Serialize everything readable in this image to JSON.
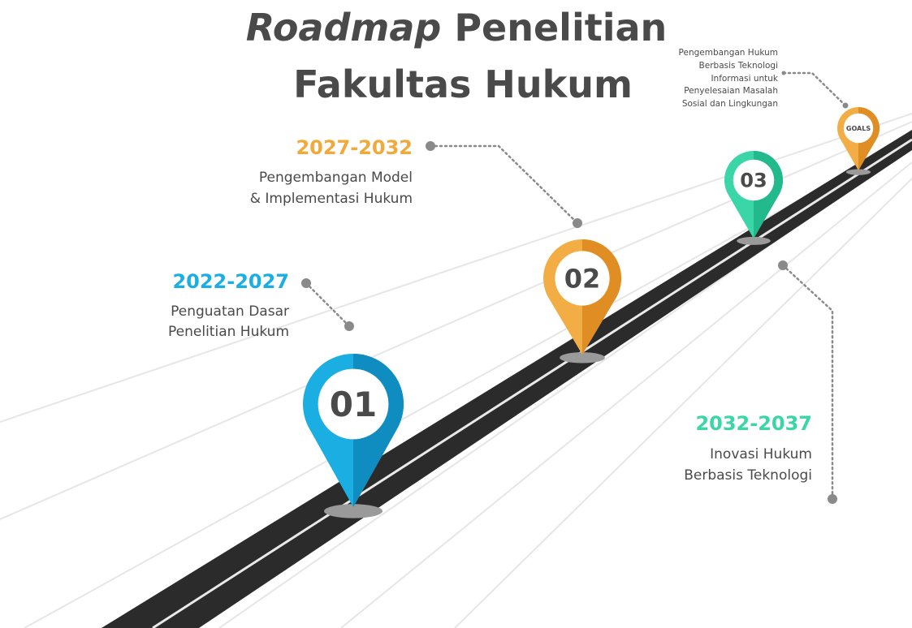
{
  "title": {
    "italic_part": "Roadmap",
    "line1_rest": " Penelitian",
    "line2": "Fakultas Hukum"
  },
  "colors": {
    "title": "#4a4a4a",
    "text": "#4a4a4a",
    "road": "#2b2b2b",
    "road_line": "#e9e9e9",
    "perspective_lines": "#e6e6e6",
    "dot": "#8a8a8a",
    "shadow": "#9a9a9a",
    "blue": "#1aaee3",
    "orange": "#f2a93b",
    "green": "#3ad6a8"
  },
  "stages": [
    {
      "number": "01",
      "period": "2022-2027",
      "lines": [
        "Penguatan Dasar",
        "Penelitian Hukum"
      ],
      "color_main": "#1aaee3",
      "color_shade": "#0f8cc0"
    },
    {
      "number": "02",
      "period": "2027-2032",
      "lines": [
        "Pengembangan Model",
        "& Implementasi Hukum"
      ],
      "color_main": "#f2ad45",
      "color_shade": "#e08e24"
    },
    {
      "number": "03",
      "period": "2032-2037",
      "lines": [
        "Inovasi Hukum",
        "Berbasis Teknologi"
      ],
      "color_main": "#3ad6a8",
      "color_shade": "#22b98c"
    }
  ],
  "goals": {
    "label": "GOALS",
    "lines": [
      "Pengembangan Hukum",
      "Berbasis Teknologi",
      "Informasi untuk",
      "Penyelesaian Masalah",
      "Sosial dan Lingkungan"
    ],
    "color_main": "#f2ad45",
    "color_shade": "#e08e24"
  }
}
